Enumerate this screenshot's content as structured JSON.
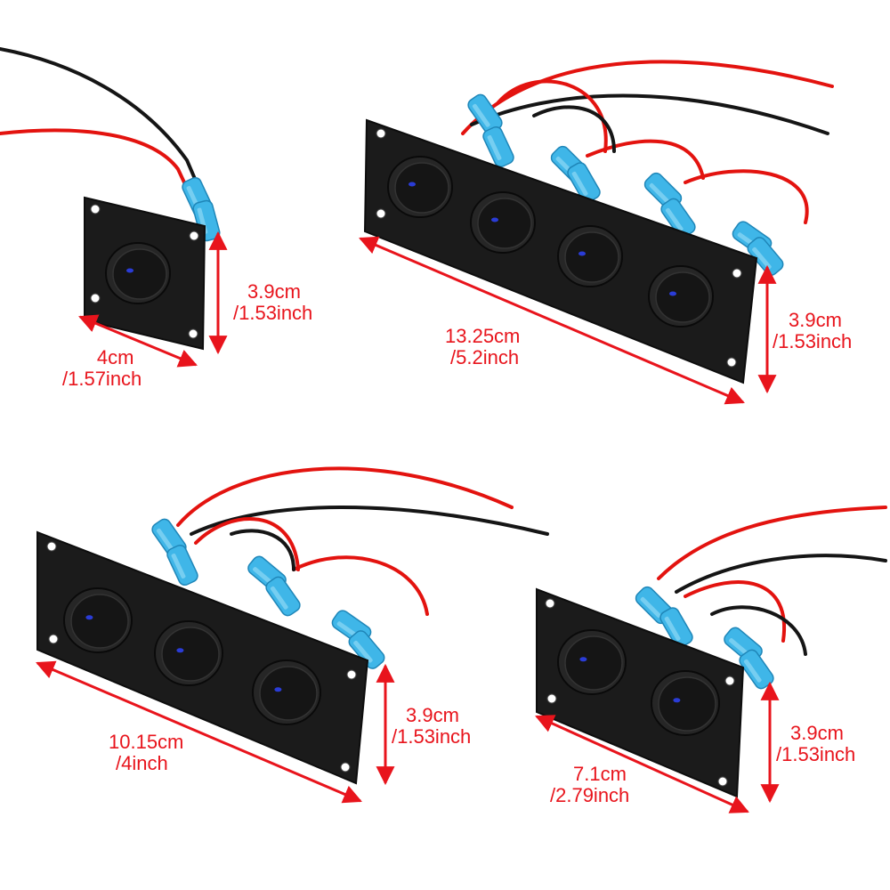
{
  "colors": {
    "panel": "#1b1b1b",
    "panel_edge": "#0d0d0d",
    "switch": "#151515",
    "switch_ring": "#262626",
    "led": "#2a3cd6",
    "wire_red": "#e3130f",
    "wire_black": "#151515",
    "connector": "#3fb6e8",
    "connector_dark": "#1f86b8",
    "dimension": "#e8141c"
  },
  "panels": [
    {
      "name": "panel-1-switch",
      "switch_count": 1,
      "width_label": {
        "cm": "4cm",
        "inch": "/1.57inch"
      },
      "height_label": {
        "cm": "3.9cm",
        "inch": "/1.53inch"
      }
    },
    {
      "name": "panel-4-switch",
      "switch_count": 4,
      "width_label": {
        "cm": "13.25cm",
        "inch": "/5.2inch"
      },
      "height_label": {
        "cm": "3.9cm",
        "inch": "/1.53inch"
      }
    },
    {
      "name": "panel-3-switch",
      "switch_count": 3,
      "width_label": {
        "cm": "10.15cm",
        "inch": "/4inch"
      },
      "height_label": {
        "cm": "3.9cm",
        "inch": "/1.53inch"
      }
    },
    {
      "name": "panel-2-switch",
      "switch_count": 2,
      "width_label": {
        "cm": "7.1cm",
        "inch": "/2.79inch"
      },
      "height_label": {
        "cm": "3.9cm",
        "inch": "/1.53inch"
      }
    }
  ]
}
